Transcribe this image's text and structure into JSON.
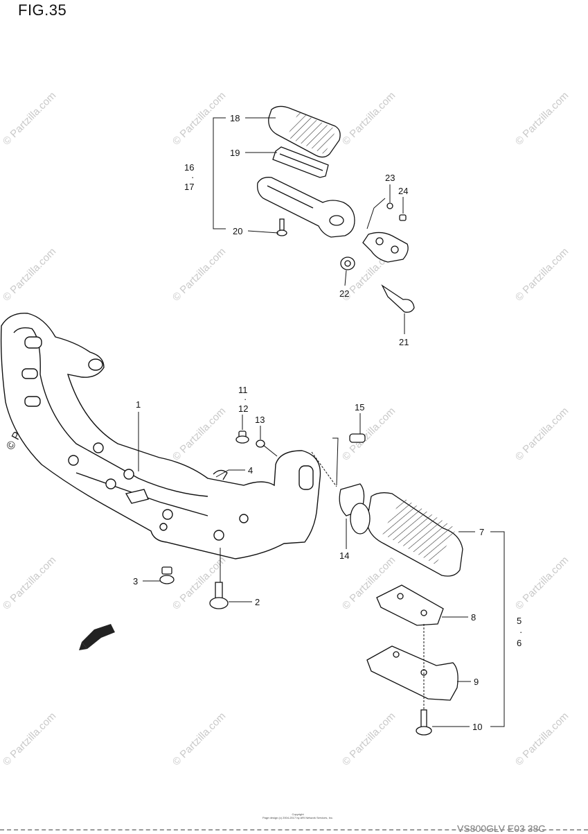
{
  "figure": {
    "title": "FIG.35"
  },
  "watermark": {
    "text": "© Partzilla.com"
  },
  "callouts": {
    "c1": "1",
    "c2": "2",
    "c3": "3",
    "c4": "4",
    "c5": "5",
    "c6": "6",
    "c7": "7",
    "c8": "8",
    "c9": "9",
    "c10": "10",
    "c11": "11",
    "c12": "12",
    "c13": "13",
    "c14": "14",
    "c15": "15",
    "c16": "16",
    "c17": "17",
    "c18": "18",
    "c19": "19",
    "c20": "20",
    "c21": "21",
    "c22": "22",
    "c23": "23",
    "c24": "24"
  },
  "footer": {
    "copyright_line1": "Copyright",
    "copyright_line2": "Page design (c) 2004-2017 by ARI Network Services, Inc.",
    "code": "VS800GLV E03 38C"
  },
  "icons": {
    "direction_arrow": "fwd-arrow-icon"
  }
}
